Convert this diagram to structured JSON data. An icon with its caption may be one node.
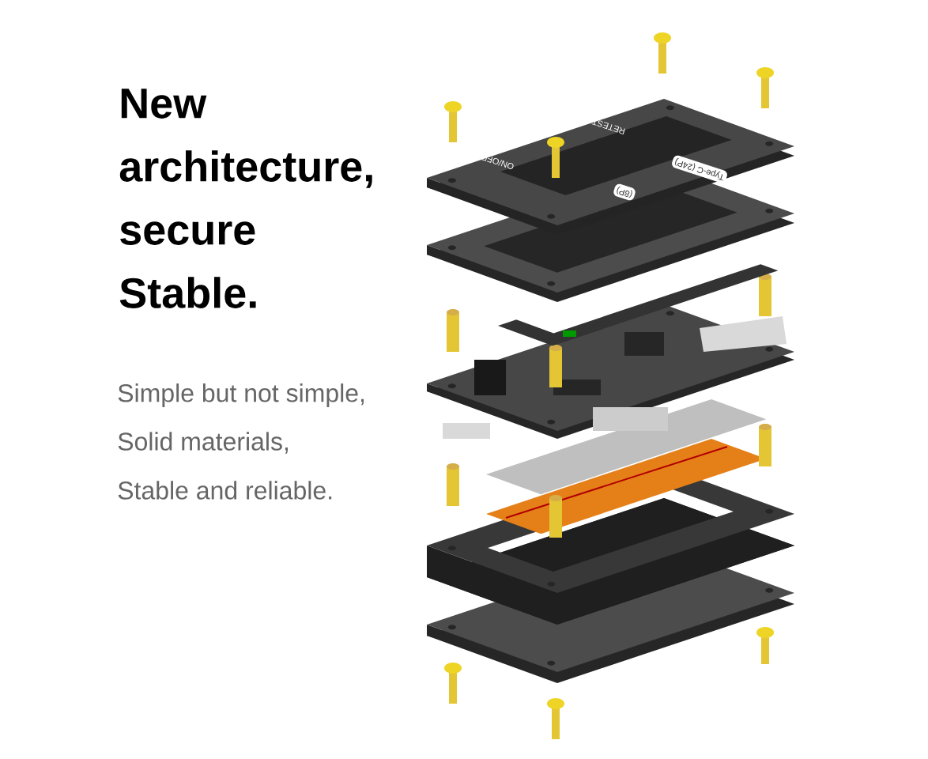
{
  "diagram": {
    "title": "New architecture, secure Stable.",
    "labels": [
      "Simple but not simple,",
      "Solid materials,",
      "Stable and reliable.",
      "ON/OFF",
      "RETEST",
      "(8P)",
      "Type-C (24P)"
    ]
  }
}
